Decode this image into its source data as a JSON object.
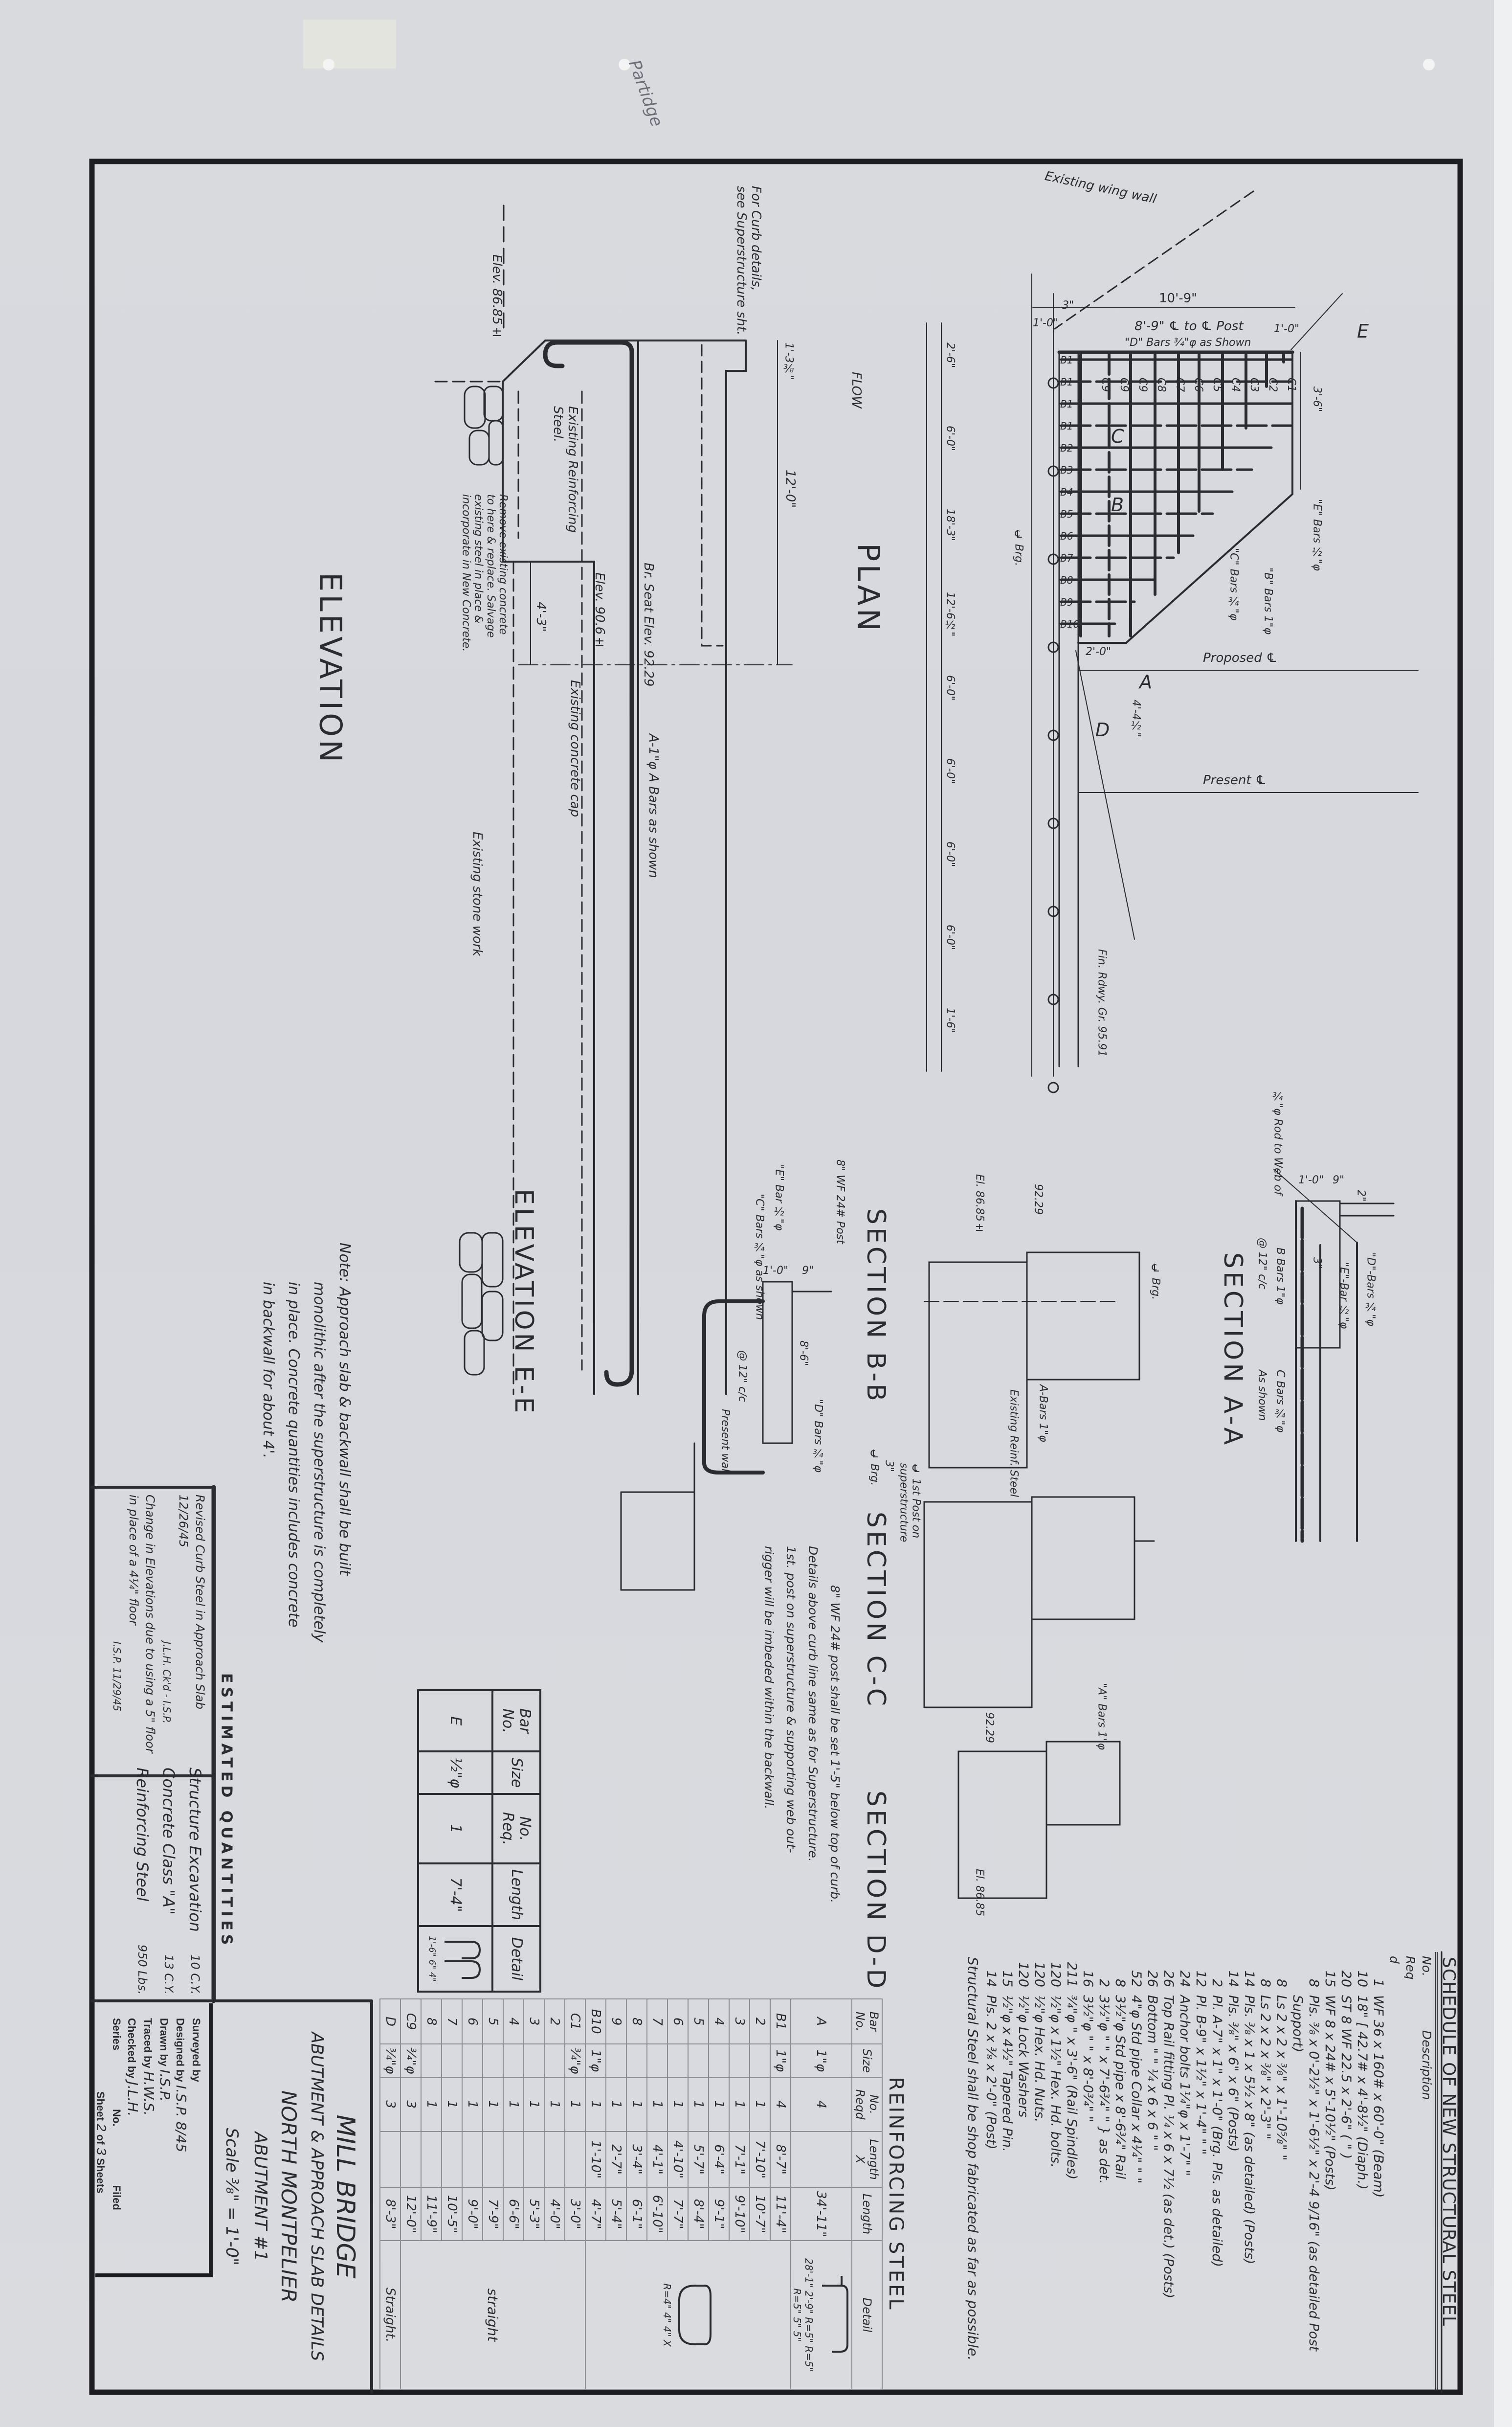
{
  "colors": {
    "paper": "#d8dadf",
    "ink": "#2a2b31",
    "border": "#1e1e22"
  },
  "margin_note": "Partidge",
  "elevation": {
    "title": "ELEVATION",
    "elev_low": "Elev. 86.85±",
    "curb_note": [
      "For Curb details,",
      "see Superstructure sht."
    ],
    "dim_top": "1'-3⅜\"",
    "dim_height": "12'-0\"",
    "existing_steel": [
      "Existing Reinforcing",
      "Steel."
    ],
    "remove_note": [
      "Remove existing concrete",
      "to here & replace. Salvage",
      "existing steel in place &",
      "incorporate in New Concrete."
    ],
    "dim_step": "4'-3\"",
    "elev_mid": "Elev. 90.6±",
    "seat": "Br. Seat Elev. 92.29",
    "cap": "Existing concrete cap",
    "a_bars": "A-1\"φ A Bars as shown",
    "stone": "Existing stone work"
  },
  "plan": {
    "title": "PLAN",
    "flow": "FLOW",
    "wing_wall": "Existing wing wall",
    "dim_total": "10'-9\"",
    "post_spacing": "8'-9\" ℄ to ℄ Post",
    "d_bars": "\"D\" Bars ¾\"φ as Shown",
    "dim_left": "1'-0\"",
    "dim_3": "3\"",
    "dim_right": "1'-0\"",
    "dim_depth": "3'-6\"",
    "e_bars": "\"E\" Bars ½\"φ",
    "c_bars": "\"C\" Bars ¾\"φ",
    "b_bars": "\"B\" Bars 1\"φ",
    "dim_2": "2'-0\"",
    "proposed_cl": "Proposed ℄",
    "present_cl": "Present ℄",
    "dim_offset": "4'-4½\"",
    "grade": "Fin. Rdwy. Gr. 95.91",
    "section_marks": [
      "A",
      "B",
      "C",
      "D",
      "E"
    ],
    "bar_labels": [
      "B1",
      "B1",
      "B1",
      "B1",
      "B2",
      "B3",
      "B4",
      "B5",
      "B6",
      "B7",
      "B8",
      "B9",
      "B10",
      "C1",
      "C2",
      "C3",
      "C4",
      "C5",
      "C6",
      "C7",
      "C8",
      "C9",
      "C9",
      "C9"
    ],
    "side_dims": [
      "2'-6\"",
      "6'-0\"",
      "18'-3\"",
      "12'-6½\"",
      "6'-0\"",
      "6'-0\"",
      "6'-0\"",
      "6'-0\"",
      "1'-6\""
    ],
    "bearing": "℄ Brg."
  },
  "sections": {
    "aa": {
      "title": "SECTION A-A",
      "rod": "¾\"φ Rod to Web of",
      "dims": [
        "1'-0\"",
        "9\"",
        "2\"",
        "3\""
      ],
      "d_bars": "\"D\"-Bars ¾\"φ",
      "e_bar": "\"E\"-Bar ½\"φ",
      "b_bars": "B Bars 1\"φ",
      "b_spacing": "@ 12\" c/c",
      "c_bars": "C Bars ¾\"φ",
      "c_note": "As shown"
    },
    "bb": {
      "title": "SECTION B-B",
      "elev": "El. 86.85±",
      "seat": "92.29",
      "brg": "℄ Brg.",
      "a_bars": "A-Bars 1\"φ",
      "existing": "Existing Reinf. Steel"
    },
    "cc": {
      "title": "SECTION C-C",
      "post_label": [
        "℄ 1st Post on",
        "superstructure"
      ],
      "dim": "3\"",
      "brg": "℄ Brg.",
      "note": [
        "8\" WF 24# post shall be set 1'-5\" below top of curb.",
        "Details above curb line same as for Superstructure.",
        "1st. post on superstructure & supporting web out-",
        "rigger will be imbeded within the backwall."
      ]
    },
    "dd": {
      "title": "SECTION D-D",
      "bars": "\"A\" Bars 1\"φ",
      "seat": "92.29",
      "elev": "El. 86.85"
    },
    "ee": {
      "title": "ELEVATION E-E",
      "e_bar": "\"E\" Bar ½\"φ",
      "c_bars": "\"C\" Bars ¾\"φ as shown",
      "b_spacing": "@ 12\" c/c",
      "d_bars": "\"D\" Bars ¾\"φ",
      "dims": [
        "1'-0\"",
        "9\"",
        "8'-6\""
      ],
      "post": "8\" WF 24# Post",
      "wall": "Present wall"
    }
  },
  "note": [
    "Note: Approach slab & backwall shall be built",
    "monolithic after the superstructure is completely",
    "in place. Concrete quantities includes concrete",
    "in backwall for about 4'."
  ],
  "e_table": {
    "headers": [
      "Bar No.",
      "Size",
      "No. Req.",
      "Length",
      "Detail"
    ],
    "row": [
      "E",
      "½\"φ",
      "1",
      "7'-4\""
    ],
    "detail_dims": [
      "1'-6\"",
      "6\"",
      "4\""
    ]
  },
  "quantities": {
    "title": "ESTIMATED QUANTITIES",
    "items": [
      {
        "name": "Structure Excavation",
        "qty": "10 C.Y."
      },
      {
        "name": "Concrete Class \"A\"",
        "qty": "13 C.Y."
      },
      {
        "name": "Reinforcing Steel",
        "qty": "950 Lbs."
      }
    ],
    "revisions": [
      {
        "text": "Revised Curb Steel in Approach Slab 12/26/45",
        "by": "J.L.H.",
        "ck": "Ck'd - I.S.P."
      },
      {
        "text": "Change in Elevations due to using a 5\" floor in place of a 4¼\" floor",
        "by": "I.S.P. 11/29/45"
      }
    ]
  },
  "schedule": {
    "title": "SCHEDULE OF NEW STRUCTURAL STEEL",
    "headers": [
      "No. Reqd",
      "Description"
    ],
    "rows": [
      [
        "1",
        "WF 36 x 160# x 60'-0\" (Beam)"
      ],
      [
        "10",
        "18\" [ 42.7# x 4'-8½\" (Diaph.)"
      ],
      [
        "20",
        "ST 8 WF 22.5 x 2'-6\" ( \" )"
      ],
      [
        "15",
        "WF 8 x 24# x 5'-10½\" (Posts)"
      ],
      [
        "8",
        "Pls. ⅜ x 0'-2½\" x 1'-6½\" x 2'-4 9/16\" (as detailed Post Support)"
      ],
      [
        "8",
        "Ls 2 x 2 x ⅜\" x 1'-10⅝\" \""
      ],
      [
        "8",
        "Ls 2 x 2 x ⅜\" x 2'-3\" \""
      ],
      [
        "14",
        "Pls. ⅜ x 1 x 5½ x 8\" (as detailed) (Posts)"
      ],
      [
        "14",
        "Pls. ⅜\" x 6\" x 6\" (Posts)"
      ],
      [
        "2",
        "Pl. A-7\" x 1\" x 1'-0\" (Brg. Pls. as detailed)"
      ],
      [
        "12",
        "Pl. B-9\" x 1½\" x 1'-4\" \" \""
      ],
      [
        "24",
        "Anchor bolts 1¼\"φ x 1'-7\" \""
      ],
      [
        "26",
        "Top Rail fitting Pl. ¼ x 6 x 7½ (as det.) (Posts)"
      ],
      [
        "26",
        "Bottom \" \" ¼ x 6 x 6 \" \""
      ],
      [
        "52",
        "4\"φ Std pipe Collar x 4¼\" \" \""
      ],
      [
        "8",
        "3½\"φ Std pipe x 8'-6¾\" Rail"
      ],
      [
        "2",
        "3½\"φ \" \" x 7'-6¾\" \" } as det."
      ],
      [
        "16",
        "3½\"φ \" \" x 8'-0¾\" \""
      ],
      [
        "211",
        "¾\"φ \" x 3'-6\" (Rail Spindles)"
      ],
      [
        "120",
        "½\"φ x 1½\" Hex. Hd. bolts."
      ],
      [
        "120",
        "½\"φ Hex. Hd. Nuts."
      ],
      [
        "120",
        "½\"φ Lock Washers"
      ],
      [
        "15",
        "½\"φ x 4½\" Tapered Pin."
      ],
      [
        "14",
        "Pls. 2 x ⅜ x 2'-0\" (Post)"
      ]
    ],
    "footnote": "Structural Steel shall be shop fabricated as far as possible."
  },
  "reinforcing": {
    "title": "REINFORCING STEEL",
    "headers": [
      "Bar No.",
      "Size",
      "No. Reqd",
      "Length X",
      "Length",
      "Detail"
    ],
    "rows": [
      [
        "A",
        "1\"φ",
        "4",
        "",
        "34'-11\""
      ],
      [
        "B1",
        "1\"φ",
        "4",
        "8'-7\"",
        "11'-4\""
      ],
      [
        "2",
        "",
        "1",
        "7'-10\"",
        "10'-7\""
      ],
      [
        "3",
        "",
        "1",
        "7'-1\"",
        "9'-10\""
      ],
      [
        "4",
        "",
        "1",
        "6'-4\"",
        "9'-1\""
      ],
      [
        "5",
        "",
        "1",
        "5'-7\"",
        "8'-4\""
      ],
      [
        "6",
        "",
        "1",
        "4'-10\"",
        "7'-7\""
      ],
      [
        "7",
        "",
        "1",
        "4'-1\"",
        "6'-10\""
      ],
      [
        "8",
        "",
        "1",
        "3'-4\"",
        "6'-1\""
      ],
      [
        "9",
        "",
        "1",
        "2'-7\"",
        "5'-4\""
      ],
      [
        "B10",
        "1\"φ",
        "1",
        "1'-10\"",
        "4'-7\""
      ],
      [
        "C1",
        "¾\"φ",
        "1",
        "",
        "3'-0\""
      ],
      [
        "2",
        "",
        "1",
        "",
        "4'-0\""
      ],
      [
        "3",
        "",
        "1",
        "",
        "5'-3\""
      ],
      [
        "4",
        "",
        "1",
        "",
        "6'-6\""
      ],
      [
        "5",
        "",
        "1",
        "",
        "7'-9\""
      ],
      [
        "6",
        "",
        "1",
        "",
        "9'-0\""
      ],
      [
        "7",
        "",
        "1",
        "",
        "10'-5\""
      ],
      [
        "8",
        "",
        "1",
        "",
        "11'-9\""
      ],
      [
        "C9",
        "¾\"φ",
        "3",
        "",
        "12'-0\""
      ],
      [
        "D",
        "¾\"φ",
        "3",
        "",
        "8'-3\""
      ]
    ],
    "detail_a": [
      "28'-1\"",
      "2'-9\"",
      "R=5\"",
      "R=5\"",
      "R=5\"",
      "5\"",
      "5\""
    ],
    "detail_b": [
      "R=4\"",
      "4\"",
      "4\"",
      "X"
    ],
    "detail_c": "straight",
    "detail_d": "Straight."
  },
  "title_block": {
    "project": "MILL BRIDGE",
    "subtitle": "ABUTMENT & APPROACH SLAB DETAILS",
    "town": "NORTH MONTPELIER",
    "abutment": "ABUTMENT #1",
    "scale": "Scale ⅜\" = 1'-0\"",
    "signoff": [
      {
        "label": "Surveyed by",
        "value": ""
      },
      {
        "label": "Designed by",
        "value": "I.S.P. 8/45"
      },
      {
        "label": "Drawn by",
        "value": "I.S.P."
      },
      {
        "label": "Traced by",
        "value": "H.W.S."
      },
      {
        "label": "Checked by",
        "value": "J.L.H."
      }
    ],
    "series_label": "Series",
    "no_label": "No.",
    "filed_label": "Filed",
    "sheet_label": "Sheet",
    "sheet_no": "2",
    "of_label": "of",
    "sheet_total": "3",
    "sheets_label": "Sheets"
  }
}
